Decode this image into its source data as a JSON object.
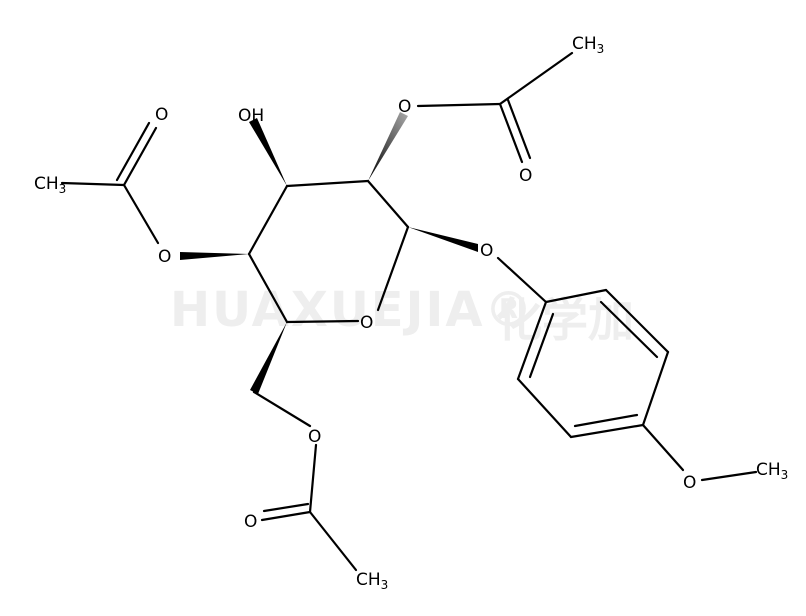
{
  "watermark": {
    "text": "HUAXUEJIA®",
    "cn": "化学加"
  },
  "atoms": {
    "oh": {
      "main": "OH"
    },
    "ch3_1": {
      "main": "CH",
      "sub": "3"
    },
    "ch3_2": {
      "main": "CH",
      "sub": "3"
    },
    "ch3_3": {
      "main": "CH",
      "sub": "3"
    },
    "ch3_4": {
      "main": "CH",
      "sub": "3"
    },
    "o_carbonyl_1": {
      "main": "O"
    },
    "o_carbonyl_2": {
      "main": "O"
    },
    "o_carbonyl_3": {
      "main": "O"
    },
    "o_ester_1": {
      "main": "O"
    },
    "o_ester_2": {
      "main": "O"
    },
    "o_ester_3": {
      "main": "O"
    },
    "o_ring": {
      "main": "O"
    },
    "o_aryl": {
      "main": "O"
    },
    "o_methoxy": {
      "main": "O"
    }
  }
}
